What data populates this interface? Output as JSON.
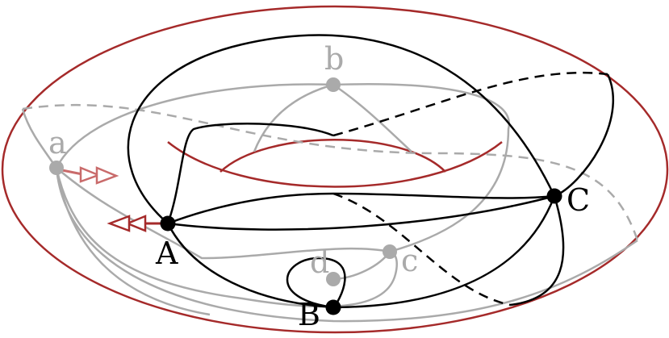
{
  "diagram": {
    "colors": {
      "torus": "#a52a2a",
      "front_graph": "#000000",
      "back_graph": "#aaaaaa",
      "arrow_front": "#a52a2a",
      "arrow_back": "#c96b6b"
    },
    "front_vertices": [
      {
        "id": "A",
        "label": "A"
      },
      {
        "id": "B",
        "label": "B"
      },
      {
        "id": "C",
        "label": "C"
      }
    ],
    "back_vertices": [
      {
        "id": "a",
        "label": "a"
      },
      {
        "id": "b",
        "label": "b"
      },
      {
        "id": "c",
        "label": "c"
      },
      {
        "id": "d",
        "label": "d"
      }
    ]
  }
}
